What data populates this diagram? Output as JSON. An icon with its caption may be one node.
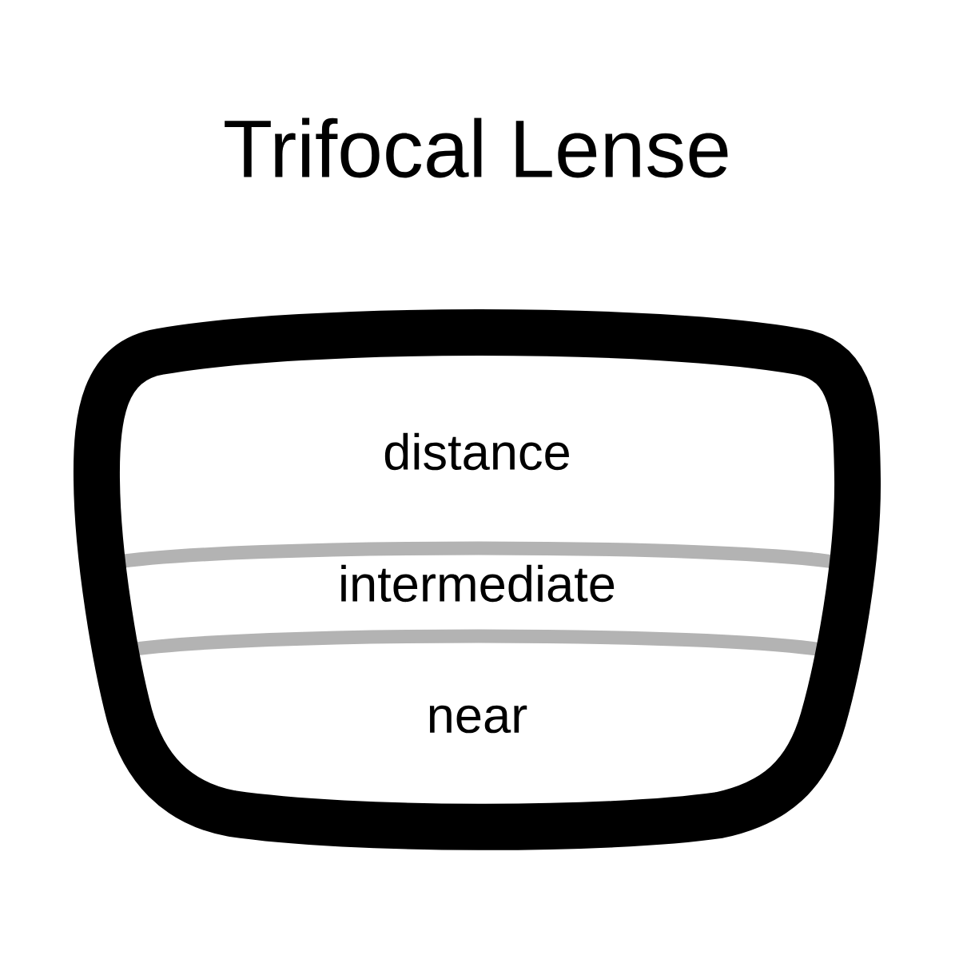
{
  "diagram": {
    "title": "Trifocal Lense",
    "labels": [
      "distance",
      "intermediate",
      "near"
    ]
  }
}
